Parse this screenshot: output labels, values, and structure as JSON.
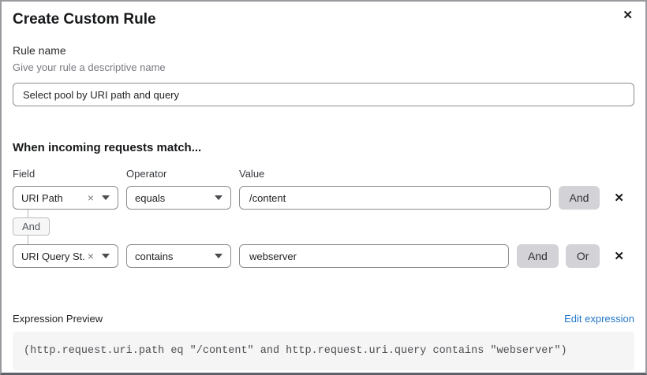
{
  "modal": {
    "title": "Create Custom Rule",
    "close_icon": "✕"
  },
  "rule_name": {
    "label": "Rule name",
    "helper": "Give your rule a descriptive name",
    "value": "Select pool by URI path and query"
  },
  "matcher": {
    "heading": "When incoming requests match...",
    "columns": {
      "field": "Field",
      "operator": "Operator",
      "value": "Value"
    },
    "rows": [
      {
        "field": "URI Path",
        "operator": "equals",
        "value": "/content",
        "and_label": "And",
        "clear_icon": "×",
        "delete_icon": "✕"
      },
      {
        "field": "URI Query St...",
        "operator": "contains",
        "value": "webserver",
        "and_label": "And",
        "or_label": "Or",
        "clear_icon": "×",
        "delete_icon": "✕"
      }
    ],
    "connector_label": "And"
  },
  "expression": {
    "label": "Expression Preview",
    "edit_link": "Edit expression",
    "code": "(http.request.uri.path eq \"/content\" and http.request.uri.query contains \"webserver\")"
  },
  "colors": {
    "link_blue": "#2276c9",
    "button_gray": "#d3d3d7",
    "code_background": "#f5f5f6",
    "border_gray": "#8d8d91"
  }
}
